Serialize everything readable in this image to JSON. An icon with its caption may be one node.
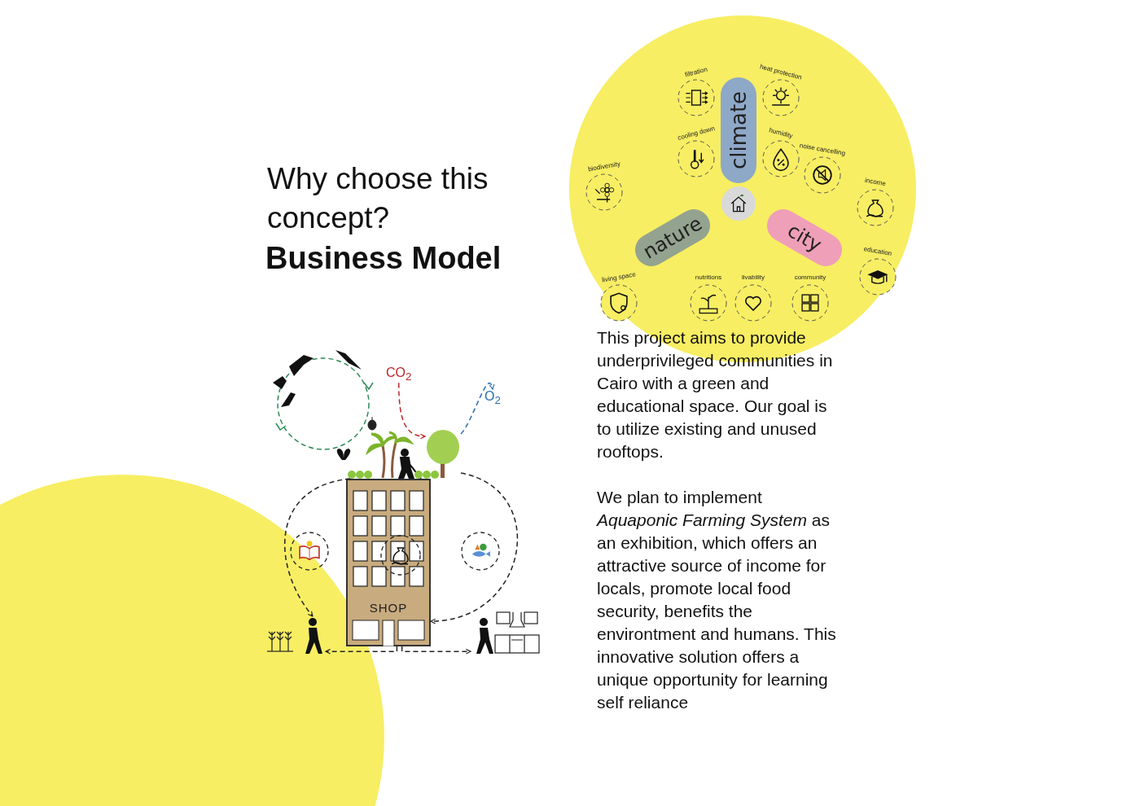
{
  "diagram": {
    "title": "Why choose this concept?",
    "nodes": [
      {
        "text": [
          "CO$_{2}$"
        ]
      },
      {
        "text": [
          "O$_{2}$"
        ]
      },
      {
        "text": [],
        "shape": "tree"
      },
      {
        "text": [
          "SHOP"
        ]
      },
      {
        "text": [],
        "shape": "circle",
        "in": 3
      },
      {
        "text": [],
        "shape": "circle"
      },
      {
        "text": [],
        "shape": "circle"
      },
      {
        "text": [],
        "shape": "person"
      },
      {
        "text": [],
        "shape": "person"
      },
      {
        "text": [
          "climate"
        ]
      },
      {
        "text": [
          "nature"
        ]
      },
      {
        "text": [
          "city"
        ]
      },
      {
        "text": [],
        "shape": "circle"
      },
      {
        "text": [
          "filtration"
        ]
      },
      {
        "text": [
          "heat protection"
        ]
      },
      {
        "text": [
          "cooling down"
        ]
      },
      {
        "text": [
          "humidity"
        ]
      },
      {
        "text": [
          "biodiversity"
        ]
      },
      {
        "text": [
          "noise cancelling"
        ]
      },
      {
        "text": [
          "income"
        ]
      },
      {
        "text": [
          "livability"
        ]
      },
      {
        "text": [
          "nutritions"
        ]
      },
      {
        "text": [
          "living space"
        ]
      },
      {
        "text": [
          "community"
        ]
      },
      {
        "text": [
          "education"
        ]
      }
    ],
    "edges": [
      {
        "from": 0,
        "to": 2,
        "arrow": "to",
        "style": "dashed",
        "color": "#b8262c"
      },
      {
        "from": 2,
        "to": 1,
        "arrow": "to",
        "style": "dashed",
        "color": "#2a6db0"
      },
      {
        "from": 3,
        "to": 7,
        "arrow": "to",
        "style": "dashed"
      },
      {
        "from": 2,
        "to": 3,
        "arrow": "to",
        "style": "dashed"
      },
      {
        "from": 3,
        "to": 7,
        "arrow": "to",
        "style": "dashed"
      },
      {
        "from": 3,
        "to": 8,
        "arrow": "to",
        "style": "dashed"
      }
    ],
    "labels": [
      "Business Model",
      "This project aims to provide underprivileged communities in Cairo with a green and educational space. Our goal is to utilize existing and unused rooftops.",
      "We plan to implement *Aquaponic Farming System* as an exhibition, which offers an attractive source of income for locals, promote local food security, benefits the environtment and humans. This innovative solution offers a unique opportunity for learning self reliance"
    ]
  }
}
